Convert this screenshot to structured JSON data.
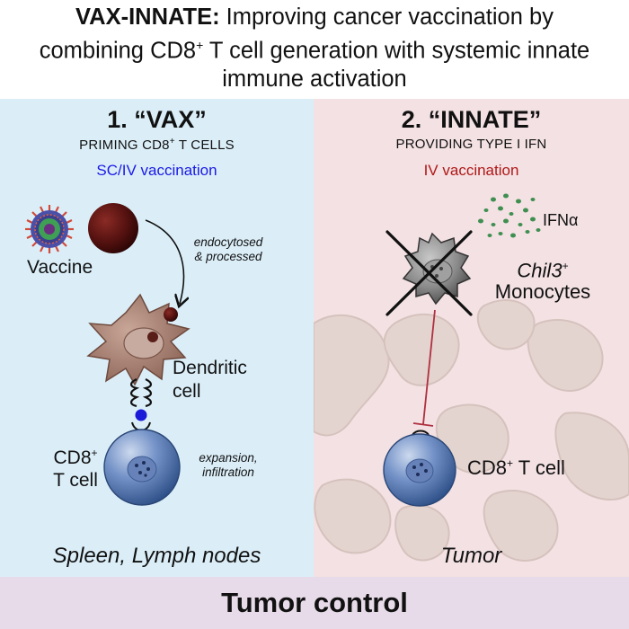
{
  "header": {
    "title_bold": "VAX-INNATE:",
    "title_rest": " Improving cancer vaccination by combining CD8",
    "title_sup": "+",
    "title_end": " T cell generation with systemic innate immune activation"
  },
  "left": {
    "section_title": "1. “VAX”",
    "subtitle_pre": "PRIMING CD8",
    "subtitle_sup": "+",
    "subtitle_post": " T CELLS",
    "route": "SC/IV vaccination",
    "vaccine_label": "Vaccine",
    "endocytosed_line1": "endocytosed",
    "endocytosed_line2": "& processed",
    "dc_line1": "Dendritic",
    "dc_line2": "cell",
    "cd8_line1": "CD8",
    "cd8_sup": "+",
    "cd8_line2": "T cell",
    "expansion_line1": "expansion,",
    "expansion_line2": "infiltration",
    "site": "Spleen, Lymph nodes"
  },
  "right": {
    "section_title": "2. “INNATE”",
    "subtitle": "PROVIDING TYPE I IFN",
    "route": "IV vaccination",
    "ifn_label": "IFNα",
    "monocyte_gene": "Chil3",
    "monocyte_sup": "+",
    "monocyte_label": "Monocytes",
    "cd8_pre": "CD8",
    "cd8_sup": "+",
    "cd8_post": " T cell",
    "site": "Tumor"
  },
  "footer": {
    "label": "Tumor control"
  },
  "colors": {
    "left_bg": "#dbeef8",
    "right_bg": "#f3e1e3",
    "footer_bg": "#e7dbe9",
    "route_left": "#1a1ae6",
    "route_right": "#b01818",
    "inhibition_line": "#b03040",
    "ifn_dots": "#3f8f50",
    "dc_fill": "#a9806f",
    "tcell_fill": "#6f8fc2",
    "tumor_cells": "#e0d2ce"
  }
}
